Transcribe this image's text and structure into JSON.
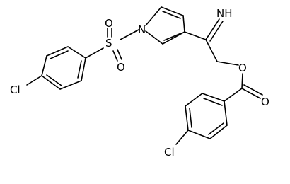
{
  "atoms": {
    "n_pyrrole": "N",
    "s_sulfonyl": "S",
    "o_sulfonyl_top": "O",
    "o_sulfonyl_bottom": "O",
    "cl_left": "Cl",
    "nh_imine": "NH",
    "o_ester": "O",
    "o_carbonyl": "O",
    "cl_bottom": "Cl"
  },
  "colors": {
    "ink": "#000000",
    "background": "#ffffff"
  }
}
